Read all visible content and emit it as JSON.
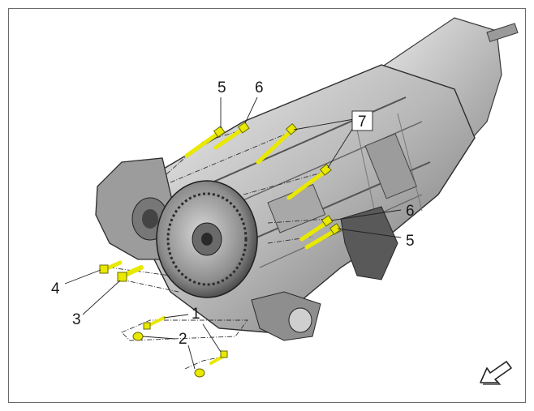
{
  "callouts": {
    "c1": "1",
    "c2": "2",
    "c3": "3",
    "c4": "4",
    "c5_top": "5",
    "c6_top": "6",
    "c7": "7",
    "c6_right": "6",
    "c5_right": "5"
  },
  "icons": {
    "direction_arrow": "direction-arrow-icon"
  },
  "colors": {
    "bolt_fill": "#e8e800",
    "bolt_stroke": "#6a6a00",
    "housing_dark": "#4a4a4a",
    "housing_light": "#c9c9c9"
  }
}
